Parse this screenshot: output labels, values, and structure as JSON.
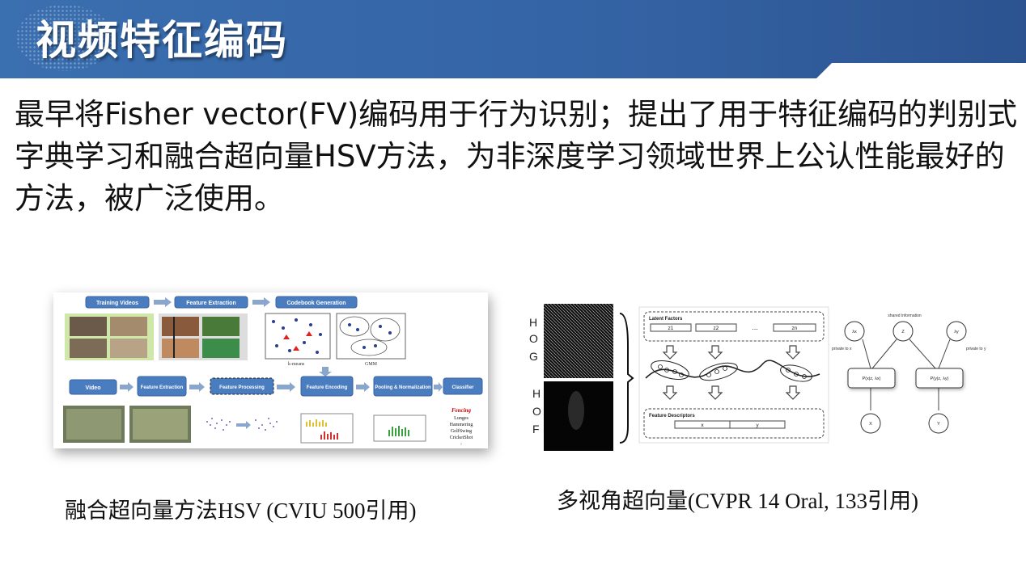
{
  "header": {
    "title": "视频特征编码"
  },
  "body": {
    "paragraph": "最早将Fisher vector(FV)编码用于行为识别；提出了用于特征编码的判别式字典学习和融合超向量HSV方法，为非深度学习领域世界上公认性能最好的方法，被广泛使用。"
  },
  "figure_left": {
    "top_boxes": [
      "Training Videos",
      "Feature Extraction",
      "Codebook Generation"
    ],
    "codebook_labels": [
      "k-means",
      "GMM"
    ],
    "bottom_boxes": [
      "Video",
      "Feature Extraction",
      "Feature Processing",
      "Feature Encoding",
      "Pooling & Normalization",
      "Classifier"
    ],
    "classes": [
      "Fencing",
      "Lunges",
      "Hammering",
      "GolfSwing",
      "CricketShot",
      ":"
    ],
    "caption": "融合超向量方法HSV (CVIU  500引用)"
  },
  "figure_right": {
    "hog_letters": [
      "H",
      "O",
      "G"
    ],
    "hof_letters": [
      "H",
      "O",
      "F"
    ],
    "latent_label": "Latent Factors",
    "latent_items": [
      "z1",
      "z2",
      "...",
      "zn"
    ],
    "descriptor_label": "Feature Descriptors",
    "descriptor_items": [
      "x",
      "y"
    ],
    "graph": {
      "shared": "shared information",
      "private_x": "private to x",
      "private_y": "private to y",
      "nodes": [
        "λx",
        "Z",
        "λy",
        "P(x|z, λx)",
        "P(y|z, λy)",
        "X",
        "Y"
      ]
    },
    "caption": "多视角超向量(CVPR 14 Oral, 133引用)"
  }
}
